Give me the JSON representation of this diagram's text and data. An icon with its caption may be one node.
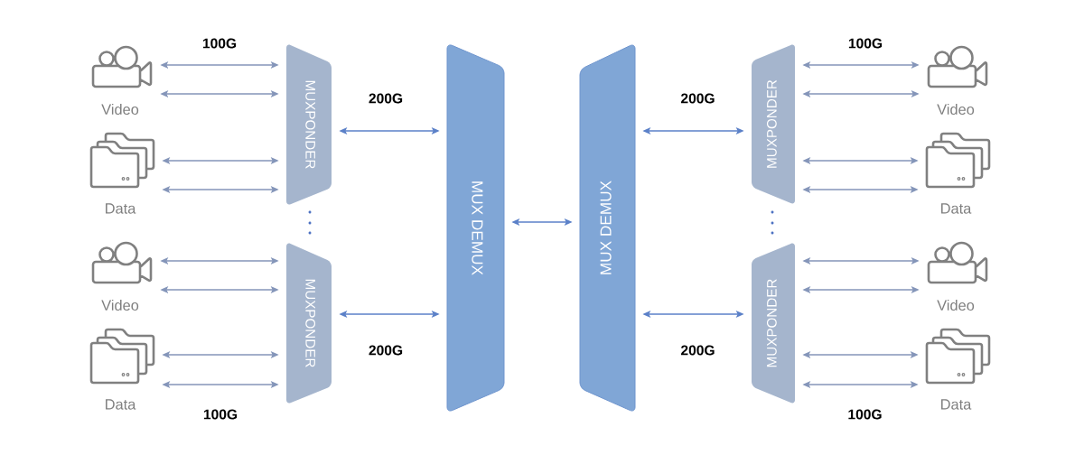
{
  "diagram": {
    "nodes": [
      {
        "text": [
          "Video"
        ]
      },
      {
        "text": [
          "Data"
        ]
      },
      {
        "text": [
          "Video"
        ]
      },
      {
        "text": [
          "Data"
        ]
      },
      {
        "text": [
          "MUXPONDER"
        ]
      },
      {
        "text": [
          "MUXPONDER"
        ]
      },
      {
        "text": [
          "MUX DEMUX"
        ]
      },
      {
        "text": [
          "MUX DEMUX"
        ]
      },
      {
        "text": [
          "MUXPONDER"
        ]
      },
      {
        "text": [
          "MUXPONDER"
        ]
      },
      {
        "text": [
          "Video"
        ]
      },
      {
        "text": [
          "Data"
        ]
      },
      {
        "text": [
          "Video"
        ]
      },
      {
        "text": [
          "Data"
        ]
      }
    ],
    "edges": [
      {
        "from": 0,
        "to": 4,
        "arrow": "both",
        "label": "100G"
      },
      {
        "from": 0,
        "to": 4,
        "arrow": "both"
      },
      {
        "from": 1,
        "to": 4,
        "arrow": "both"
      },
      {
        "from": 1,
        "to": 4,
        "arrow": "both"
      },
      {
        "from": 2,
        "to": 5,
        "arrow": "both"
      },
      {
        "from": 2,
        "to": 5,
        "arrow": "both"
      },
      {
        "from": 3,
        "to": 5,
        "arrow": "both"
      },
      {
        "from": 3,
        "to": 5,
        "arrow": "both",
        "label": "100G"
      },
      {
        "from": 4,
        "to": 6,
        "arrow": "both",
        "label": "200G",
        "color": "#5b80c8"
      },
      {
        "from": 5,
        "to": 6,
        "arrow": "both",
        "label": "200G",
        "color": "#5b80c8"
      },
      {
        "from": 6,
        "to": 7,
        "arrow": "both",
        "color": "#5b80c8"
      },
      {
        "from": 7,
        "to": 8,
        "arrow": "both",
        "label": "200G",
        "color": "#5b80c8"
      },
      {
        "from": 7,
        "to": 9,
        "arrow": "both",
        "label": "200G",
        "color": "#5b80c8"
      },
      {
        "from": 8,
        "to": 10,
        "arrow": "both",
        "label": "100G"
      },
      {
        "from": 8,
        "to": 10,
        "arrow": "both"
      },
      {
        "from": 8,
        "to": 11,
        "arrow": "both"
      },
      {
        "from": 8,
        "to": 11,
        "arrow": "both"
      },
      {
        "from": 9,
        "to": 12,
        "arrow": "both"
      },
      {
        "from": 9,
        "to": 12,
        "arrow": "both"
      },
      {
        "from": 9,
        "to": 13,
        "arrow": "both"
      },
      {
        "from": 9,
        "to": 13,
        "arrow": "both",
        "label": "100G"
      }
    ]
  }
}
